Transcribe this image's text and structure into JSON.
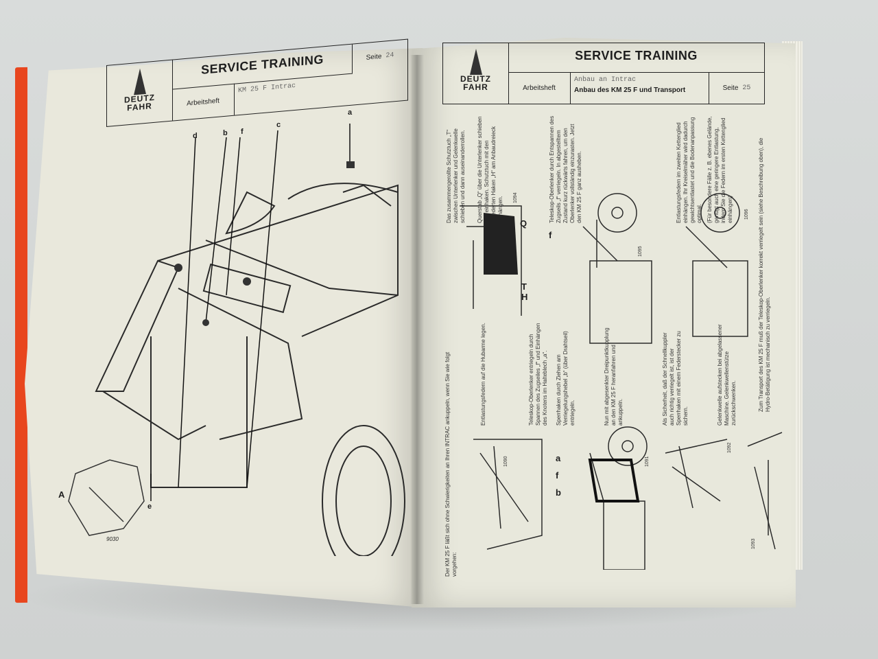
{
  "document": {
    "type": "open service training booklet (photograph)",
    "brand": "DEUTZ FAHR"
  },
  "left_page": {
    "header": {
      "logo_line1": "DEUTZ",
      "logo_line2": "FAHR",
      "title": "SERVICE TRAINING",
      "workbook_label": "Arbeitsheft",
      "subject": "KM 25 F Intrac",
      "page_label": "Seite",
      "page_number": "24"
    },
    "figure": {
      "callouts": [
        "a",
        "b",
        "c",
        "d",
        "e",
        "f",
        "A"
      ],
      "figure_number": "9030"
    }
  },
  "right_page": {
    "header": {
      "logo_line1": "DEUTZ",
      "logo_line2": "FAHR",
      "title": "SERVICE TRAINING",
      "workbook_label": "Arbeitsheft",
      "subject_line1": "Anbau an Intrac",
      "subject_line2": "Anbau des KM 25 F und Transport",
      "page_label": "Seite",
      "page_number": "25"
    },
    "intro": "Der KM 25 F läßt sich ohne Schwierigkeiten an Ihren INTRAC ankuppeln, wenn Sie wie folgt vorgehen:",
    "steps": [
      {
        "text": "Entlastungsfedern auf die Hubarme legen.",
        "figure": "1090"
      },
      {
        "text": "Teleskop-Oberlenker entriegeln durch Spannen des Zugseiles „f“ und Einhängen des Knotens im Halteblech „a“.",
        "figure": "1091"
      },
      {
        "text": "Sperrhaken durch Ziehen am Verriegelungshebel „b“ (über Drahtseil) entriegeln.",
        "figure": ""
      },
      {
        "text": "Nun mit abgesenkter Dreipunktkupplung an den KM 25 F heranfahren und ankuppeln.",
        "figure": ""
      },
      {
        "text": "Als Sicherheit, daß der Schnellkuppler auch richtig verriegelt ist, ist der Sperrhaken mit einem Federstecker zu sichern.",
        "figure": "1092"
      },
      {
        "text": "Gelenkwelle aufstecken bei abgelassener Maschine. Gelenkwellenstütze zurückschwenken.",
        "figure": "1093"
      },
      {
        "text": "Das zusammengerollte Schutztuch „T“ zwischen Unterlenker und Gelenkwelle schieben und dann auseinanderrollen.",
        "figure": ""
      },
      {
        "text": "Querstab „Q“ über die Unterlenker schieben und einhaken. Schutztuch mit den gefederten Haken „H“ am Anbaudreieck einhängen.",
        "figure": "1094"
      },
      {
        "text": "Teleskop-Oberlenker durch Entspannen des Zugseils „f“ verriegeln. In abgestelltem Zustand kurz rückwärts fahren, um den Oberlenker vollständig einzurasten. Jetzt den KM 25 F ganz ausheben.",
        "figure": "1095"
      },
      {
        "text": "Entlastungsfedern im zweiten Kettenglied einhängen. Ihr Kreiselmäher wird dadurch gewichtsentlastet und die Bodenanpassung optimal.",
        "figure": "1096"
      },
      {
        "text": "(Für besondere Fälle z. B. ebenes Gelände, genügt auch eine geringere Entlastung, indem Sie die Federn im ersten Kettenglied einhängen)",
        "figure": ""
      }
    ],
    "transport_note_bold": "Transport",
    "transport_note": "Zum Transport des KM 25 F muß der Teleskop-Oberlenker korrekt verriegelt sein (siehe Beschreibung oben), die Hydro-Betätigung ist mechanisch zu verriegeln.",
    "figure_labels": {
      "fig1090": [
        "b",
        "f",
        "a"
      ],
      "fig1094": [
        "Q",
        "H",
        "T"
      ],
      "fig1095": [
        "f"
      ]
    }
  },
  "colors": {
    "background": "#d6d9d8",
    "paper": "#e9e8dc",
    "cover_edge": "#e8461e",
    "ink": "#1e1e1e"
  }
}
